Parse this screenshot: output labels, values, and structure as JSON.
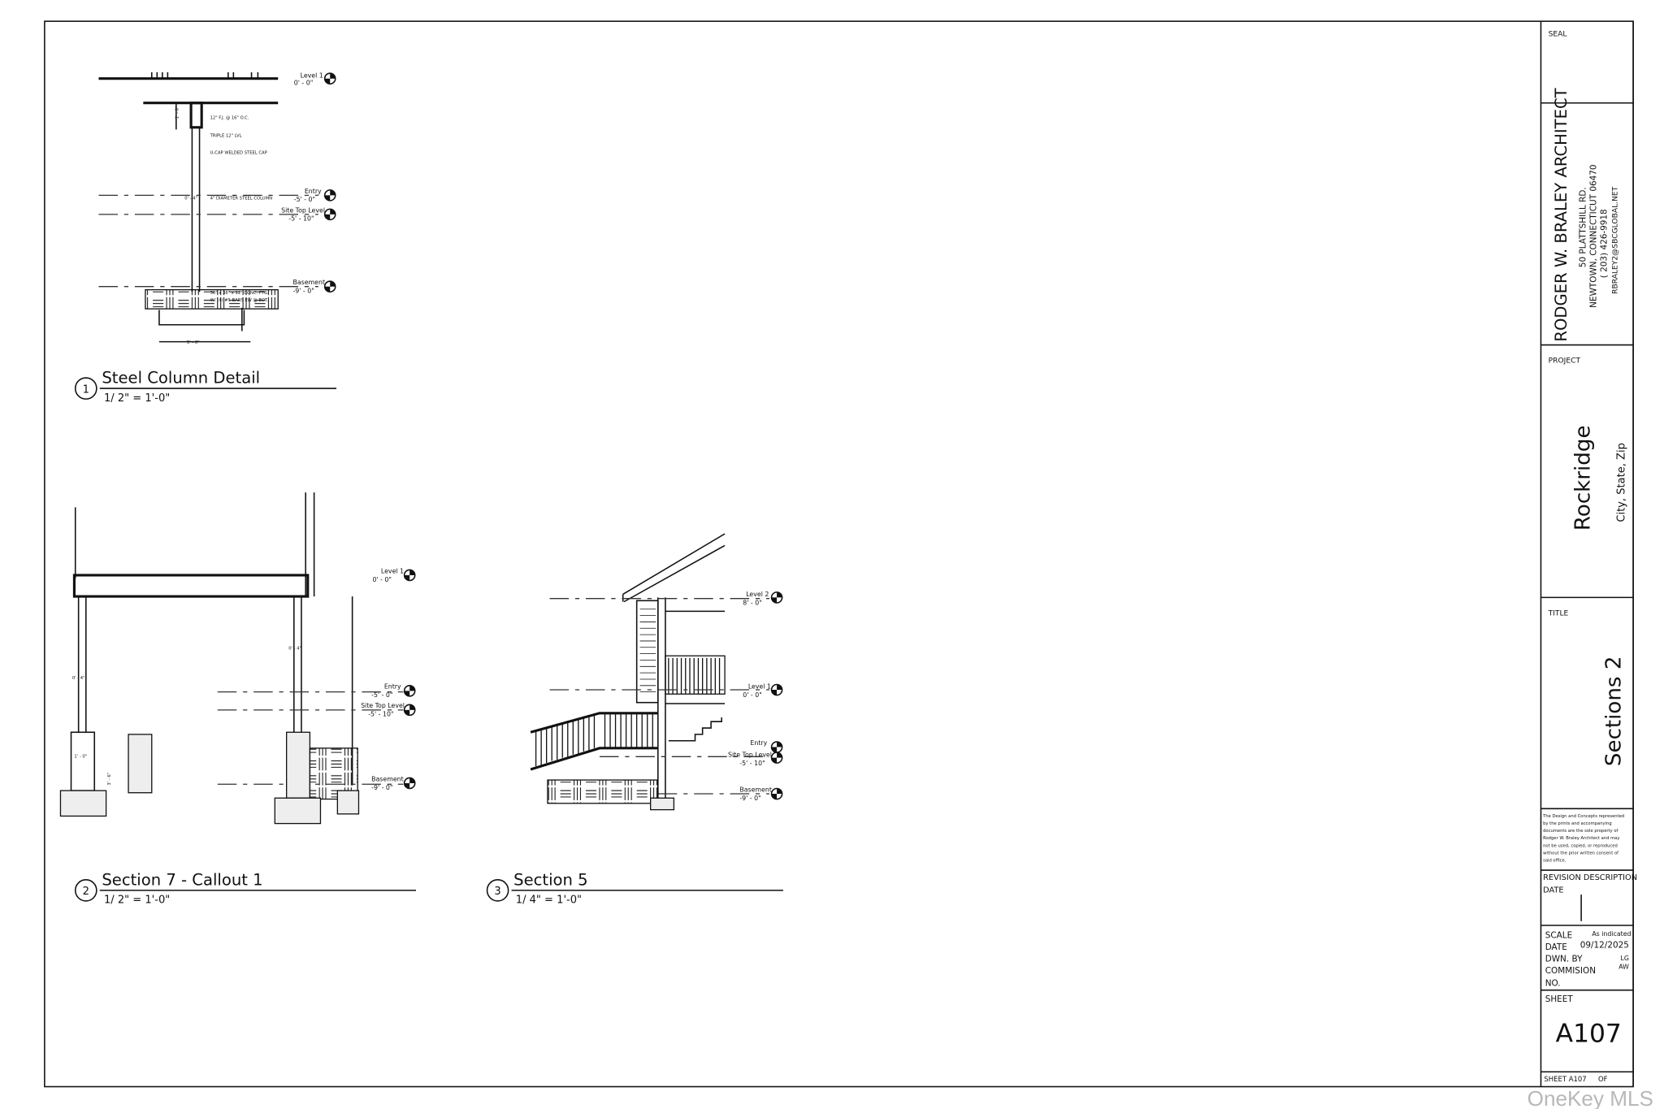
{
  "sheet_border": true,
  "title_block": {
    "seal_label": "SEAL",
    "architect": {
      "name": "RODGER W. BRALEY ARCHITECT",
      "address1": "50 PLATTSHILL RD.",
      "address2": "NEWTOWN, CONNECTICUT 06470",
      "phone": "( 203) 426-9918",
      "email": "RBRALEY2@SBCGLOBAL.NET"
    },
    "project_label": "PROJECT",
    "project_name": "Rockridge",
    "project_location": "City, State, Zip",
    "title_label": "TITLE",
    "title": "Sections 2",
    "disclaimer": [
      "The Design and Concepts represented",
      "by the prints and accompanying",
      "documents are the sole property of",
      "Rodger W. Braley Architect and may",
      "not be used, copied, or reproduced",
      "without the prior written consent of",
      "said office."
    ],
    "revision_label": "REVISION  DESCRIPTION",
    "revision_date_label": "DATE",
    "scale_label": "SCALE",
    "scale_value": "As indicated",
    "date_label": "DATE",
    "date_value": "09/12/2025",
    "drawn_by_label": "DWN. BY",
    "drawn_by_value": "LG",
    "commission_label": "COMMISION",
    "commission_value": "AW",
    "no_label": "NO.",
    "sheet_label": "SHEET",
    "sheet_number": "A107",
    "sheet_footer": "SHEET A107",
    "of_label": "OF"
  },
  "views": [
    {
      "number": "1",
      "title": "Steel Column Detail",
      "scale": "1/ 2\" = 1'-0\"",
      "levels": [
        {
          "name": "Level 1",
          "elev": "0' - 0\""
        },
        {
          "name": "Entry",
          "elev": "-5' - 0\""
        },
        {
          "name": "Site Top Level",
          "elev": "-5' - 10\""
        },
        {
          "name": "Basement",
          "elev": "-9' - 0\""
        }
      ],
      "notes": [
        "12\" F.J. @ 16\" O.C.",
        "TRIPLE 12\" LVL",
        "U-CAP WELDED STEEL CAP",
        "0' - 4\"",
        "4\" DIAMETER STEEL COLUMN",
        "36\" x 36\" x 12\" CONC. FTG.",
        "W/ (4) #5 BARS EW @ BOT.",
        "5' - 0\"",
        "1' - 0\""
      ]
    },
    {
      "number": "2",
      "title": "Section 7 - Callout 1",
      "scale": "1/ 2\" = 1'-0\"",
      "levels": [
        {
          "name": "Level 1",
          "elev": "0' - 0\""
        },
        {
          "name": "Entry",
          "elev": "-5' - 0\""
        },
        {
          "name": "Site Top Level",
          "elev": "-5' - 10\""
        },
        {
          "name": "Basement",
          "elev": "-9' - 0\""
        }
      ],
      "notes": [
        "0' - 4\"",
        "1' - 0\"",
        "3' - 6\""
      ]
    },
    {
      "number": "3",
      "title": "Section 5",
      "scale": "1/ 4\" = 1'-0\"",
      "levels": [
        {
          "name": "Level 2",
          "elev": "8' - 0\""
        },
        {
          "name": "Level 1",
          "elev": "0' - 0\""
        },
        {
          "name": "Entry",
          "elev": "-5' - 0\""
        },
        {
          "name": "Site Top Level",
          "elev": "-5' - 10\""
        },
        {
          "name": "Basement",
          "elev": "-9' - 0\""
        }
      ]
    }
  ],
  "watermark": "OneKey MLS"
}
